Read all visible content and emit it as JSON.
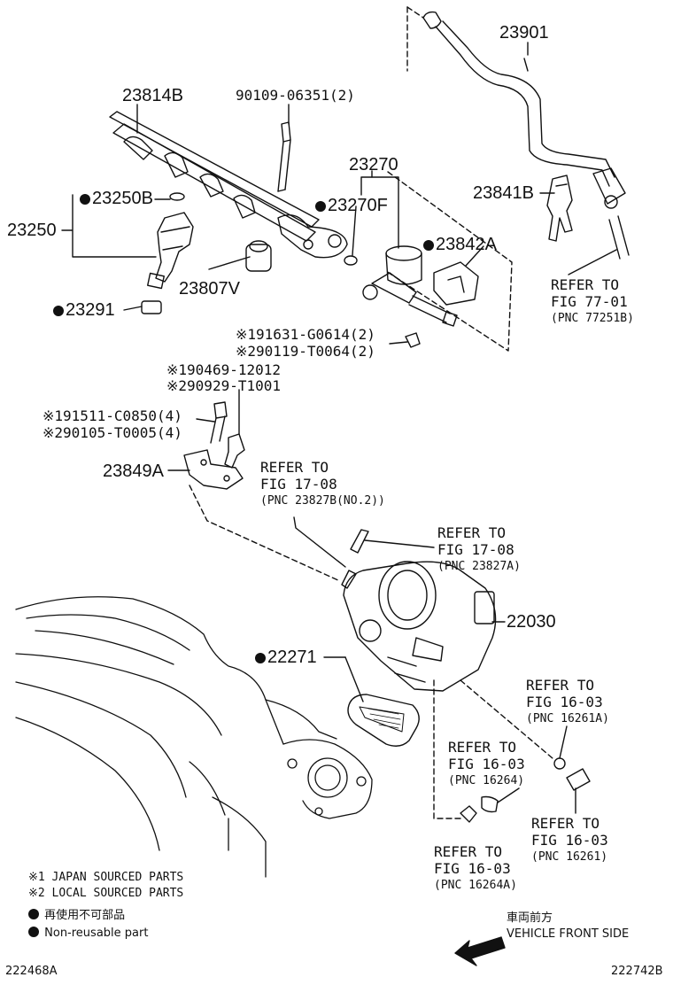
{
  "parts": {
    "p23901": "23901",
    "p23814B": "23814B",
    "p90109": "90109-06351(2)",
    "p23270": "23270",
    "p23250B": "23250B",
    "p23270F": "23270F",
    "p23250": "23250",
    "p23841B": "23841B",
    "p23842A": "23842A",
    "p23807V": "23807V",
    "p23291": "23291",
    "p91631": "※191631-G0614(2)",
    "p90119": "※290119-T0064(2)",
    "p90469": "※190469-12012",
    "p90929": "※290929-T1001",
    "p91511": "※191511-C0850(4)",
    "p90105": "※290105-T0005(4)",
    "p23849A": "23849A",
    "p22030": "22030",
    "p22271": "22271"
  },
  "refs": {
    "r1": {
      "line1": "REFER TO",
      "line2": "FIG 77-01",
      "pnc": "(PNC 77251B)"
    },
    "r2": {
      "line1": "REFER TO",
      "line2": "FIG 17-08",
      "pnc": "(PNC 23827B(NO.2))"
    },
    "r3": {
      "line1": "REFER TO",
      "line2": "FIG 17-08",
      "pnc": "(PNC 23827A)"
    },
    "r4": {
      "line1": "REFER TO",
      "line2": "FIG 16-03",
      "pnc": "(PNC 16261A)"
    },
    "r5": {
      "line1": "REFER TO",
      "line2": "FIG 16-03",
      "pnc": "(PNC 16264)"
    },
    "r6": {
      "line1": "REFER TO",
      "line2": "FIG 16-03",
      "pnc": "(PNC 16261)"
    },
    "r7": {
      "line1": "REFER TO",
      "line2": "FIG 16-03",
      "pnc": "(PNC 16264A)"
    }
  },
  "legend": {
    "japan": "※1 JAPAN SOURCED PARTS",
    "local": "※2 LOCAL SOURCED PARTS",
    "nonreuse_jp": "再使用不可部品",
    "nonreuse_en": "Non-reusable part"
  },
  "direction": {
    "jp": "車両前方",
    "en": "VEHICLE FRONT SIDE"
  },
  "codes": {
    "left": "222468A",
    "right": "222742B"
  }
}
